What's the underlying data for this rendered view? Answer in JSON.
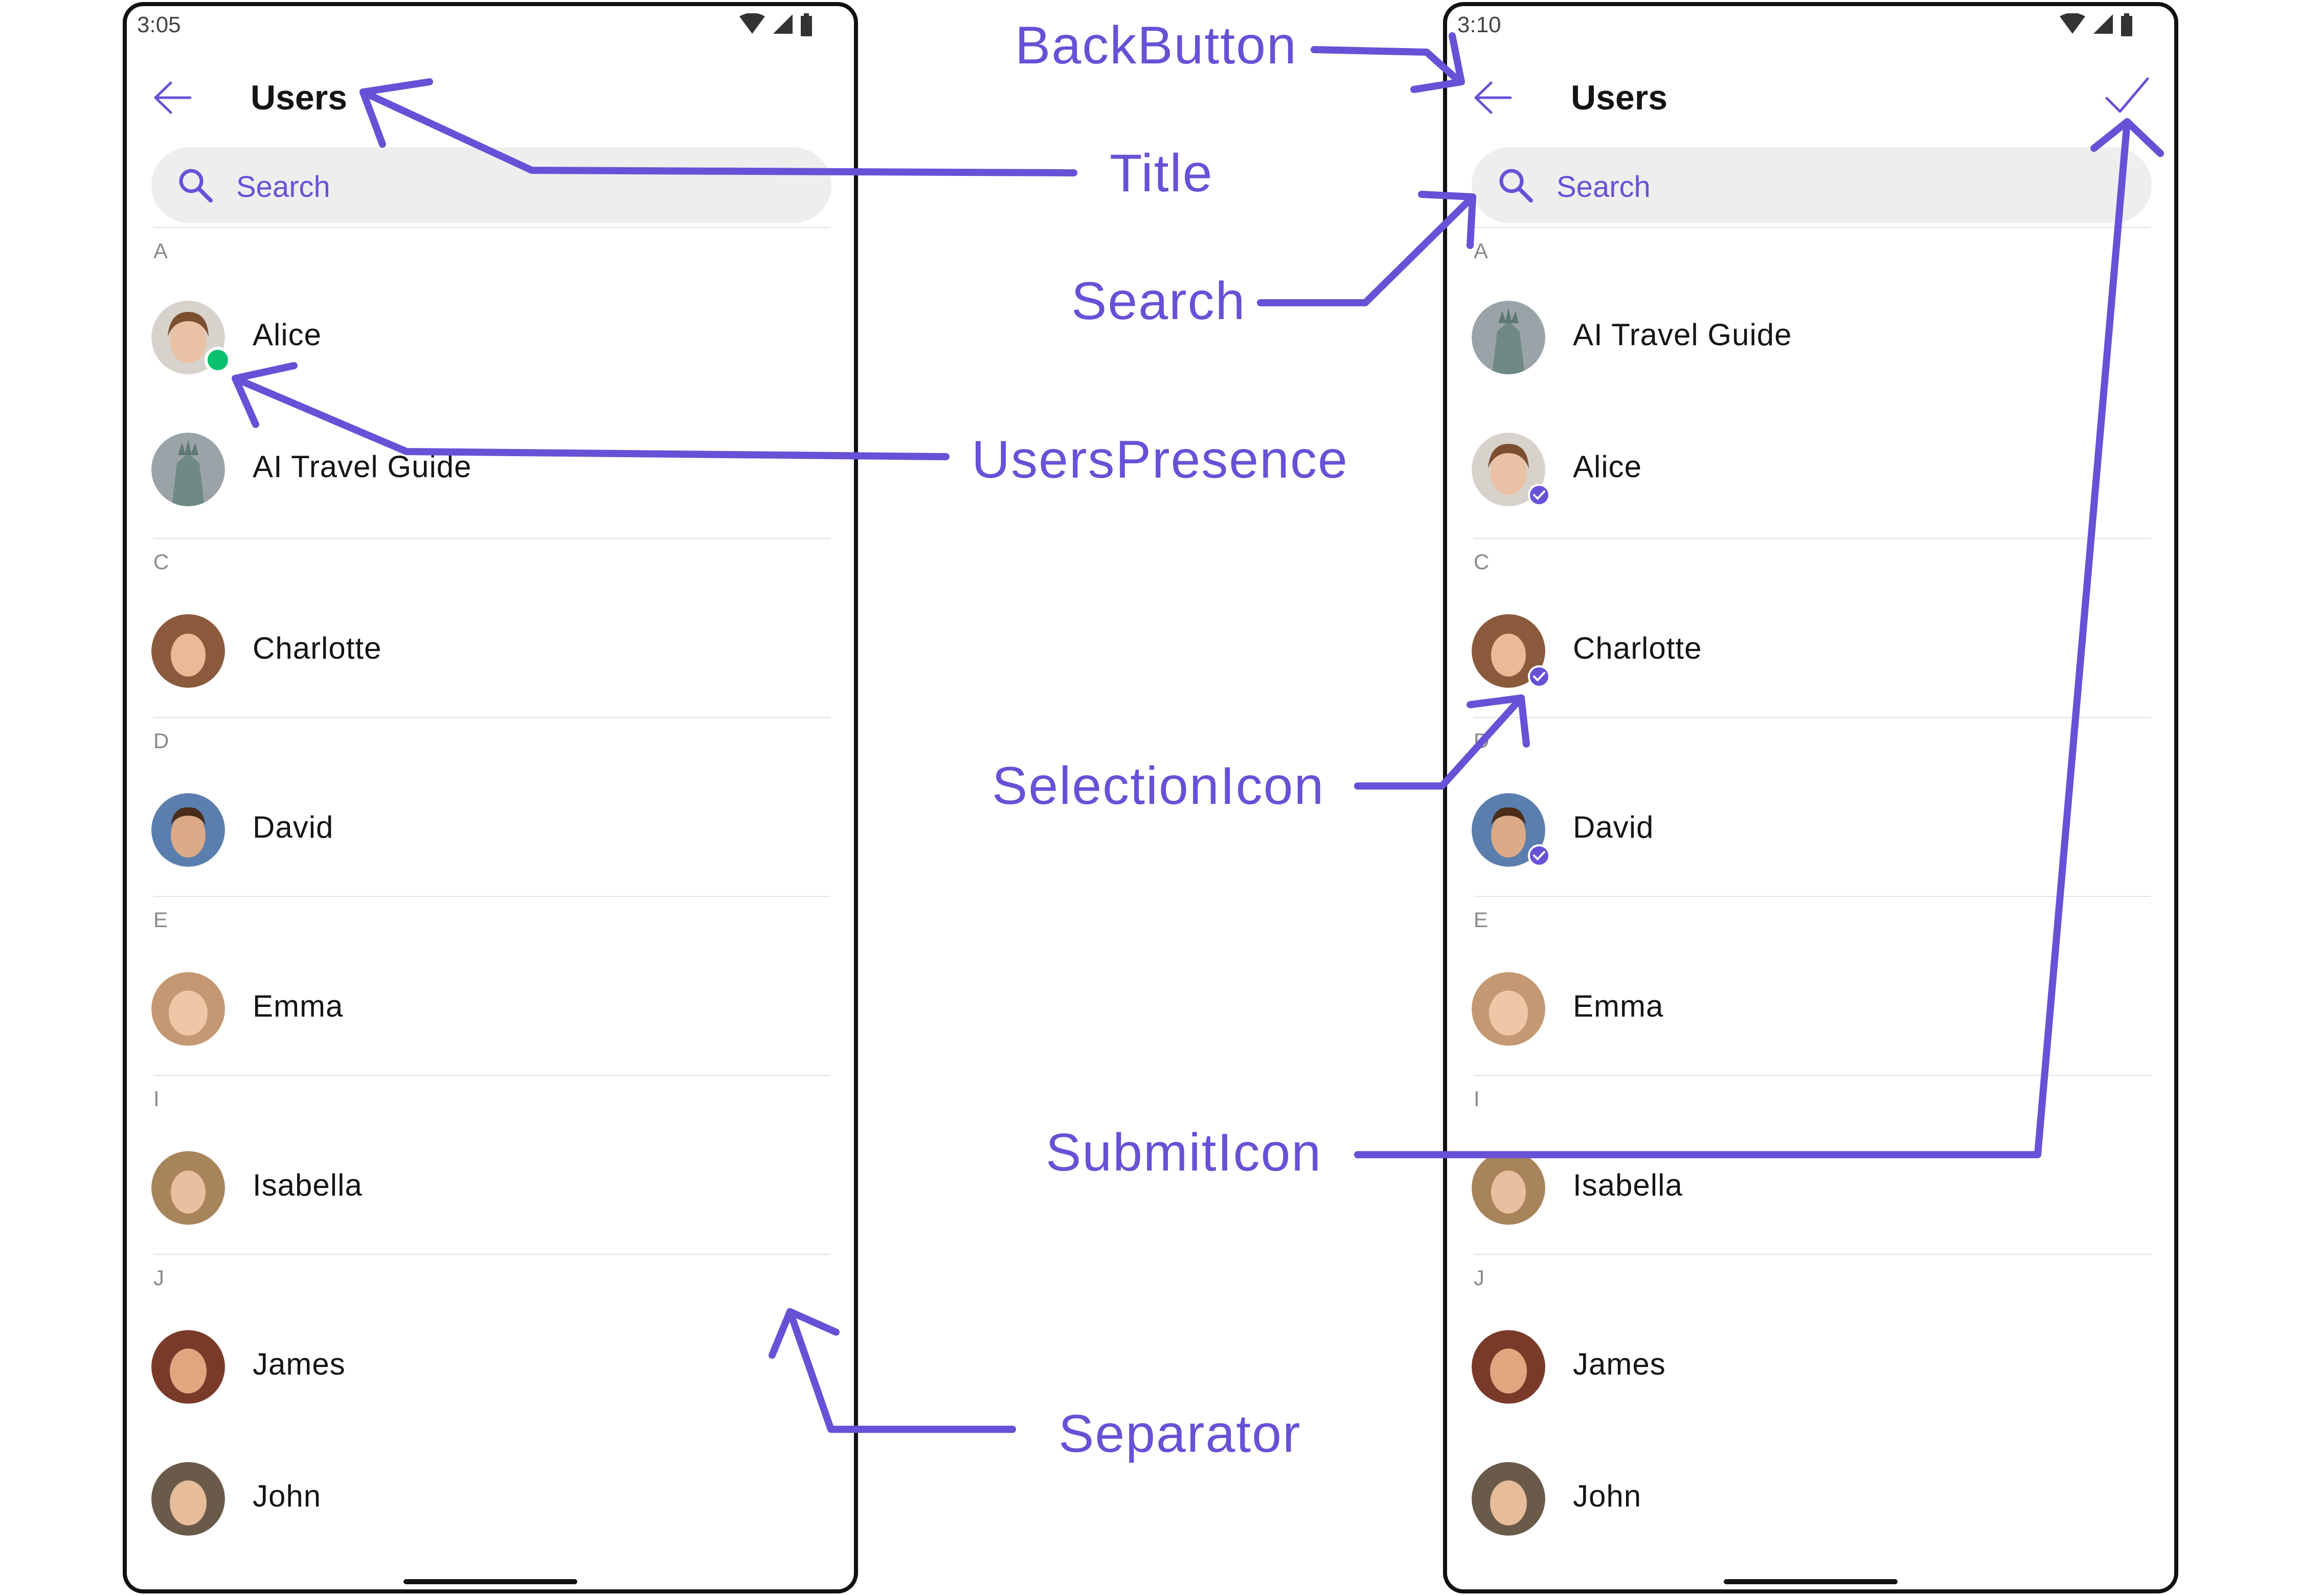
{
  "colors": {
    "accent": "#6851d6",
    "online": "#09c26f",
    "separator": "#e4e4e4",
    "search_bg": "#eeeeee",
    "text": "#141414",
    "section": "#8a8a8a"
  },
  "left_screen": {
    "status_time": "3:05",
    "title": "Users",
    "search_placeholder": "Search",
    "sections": [
      {
        "letter": "A",
        "users": [
          "Alice",
          "AI Travel Guide"
        ]
      },
      {
        "letter": "C",
        "users": [
          "Charlotte"
        ]
      },
      {
        "letter": "D",
        "users": [
          "David"
        ]
      },
      {
        "letter": "E",
        "users": [
          "Emma"
        ]
      },
      {
        "letter": "I",
        "users": [
          "Isabella"
        ]
      },
      {
        "letter": "J",
        "users": [
          "James",
          "John"
        ]
      }
    ]
  },
  "right_screen": {
    "status_time": "3:10",
    "title": "Users",
    "search_placeholder": "Search",
    "sections": [
      {
        "letter": "A",
        "users": [
          "AI Travel Guide",
          "Alice"
        ]
      },
      {
        "letter": "C",
        "users": [
          "Charlotte"
        ]
      },
      {
        "letter": "D",
        "users": [
          "David"
        ]
      },
      {
        "letter": "E",
        "users": [
          "Emma"
        ]
      },
      {
        "letter": "I",
        "users": [
          "Isabella"
        ]
      },
      {
        "letter": "J",
        "users": [
          "James",
          "John"
        ]
      }
    ],
    "selected_users": [
      "Alice",
      "Charlotte",
      "David"
    ]
  },
  "annotations": {
    "back_button": "BackButton",
    "title": "Title",
    "search": "Search",
    "users_presence": "UsersPresence",
    "selection_icon": "SelectionIcon",
    "submit_icon": "SubmitIcon",
    "separator": "Separator"
  },
  "icons": {
    "back": "arrow-left-icon",
    "search": "search-icon",
    "submit": "checkmark-icon",
    "selection": "check-circle-icon",
    "wifi": "wifi-icon",
    "signal": "signal-icon",
    "battery": "battery-icon"
  }
}
